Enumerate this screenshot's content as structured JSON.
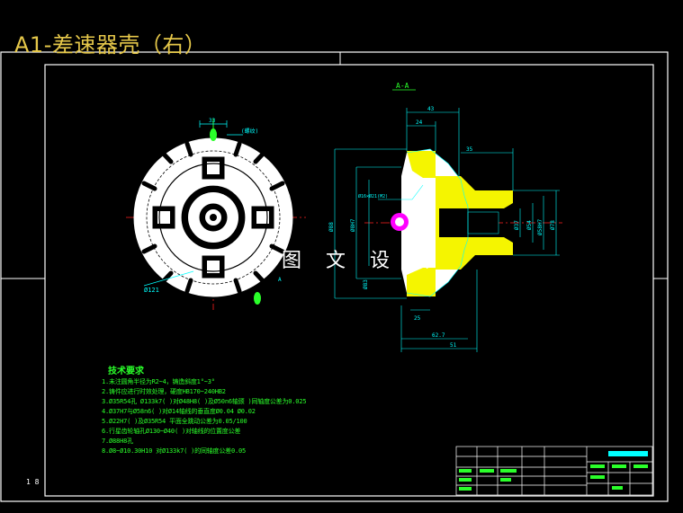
{
  "drawing": {
    "title": "A1-差速器壳（右）",
    "watermark": "图 文 设 计",
    "section_label": "A-A",
    "corner_mark": "1 8"
  },
  "front_view": {
    "dims": [
      "33",
      "(螺纹)",
      "Ø121"
    ]
  },
  "section_view": {
    "dims_top": [
      "43",
      "24",
      "35"
    ],
    "dims_left": [
      "Ø88",
      "Ø8H7",
      "Ø83"
    ],
    "dims_right": [
      "Ø37",
      "Ø54",
      "Ø58H7",
      "Ø78"
    ],
    "dims_bottom": [
      "25",
      "62.7",
      "51"
    ],
    "note": "Ø16×Ø21(M2)"
  },
  "tech_requirements": {
    "title": "技术要求",
    "lines": [
      "1.未注圆角半径为R2~4，铸造斜度1°~3°",
      "2.铸件应进行时效处理，硬度HB170~240HB2",
      "3.Ø35R54孔   Ø133k7(  )对Ø48H8(  )及Ø50n6轴颈   )同轴度公差为0.025",
      "4.Ø37H7与Ø58n6(  )对Ø14轴线的垂直度Ø0.04   Ø0.02",
      "5.Ø22H7(  )及Ø35R54   平面全跳动公差为0.05/100",
      "6.行星齿轮轴孔Ø130~Ø40(  )对轴线的位置度公差",
      "7.Ø88H8孔",
      "8.Ø8~Ø10.30H10   对Ø133k7(  )的同轴度公差0.05"
    ]
  },
  "colors": {
    "background": "#000000",
    "border": "#ffffff",
    "title": "#e6c84a",
    "dimension": "#00ffff",
    "text_green": "#2aff2a",
    "highlight_yellow": "#f5f500",
    "magenta": "#ff00ff",
    "red_line": "#ff2020"
  }
}
